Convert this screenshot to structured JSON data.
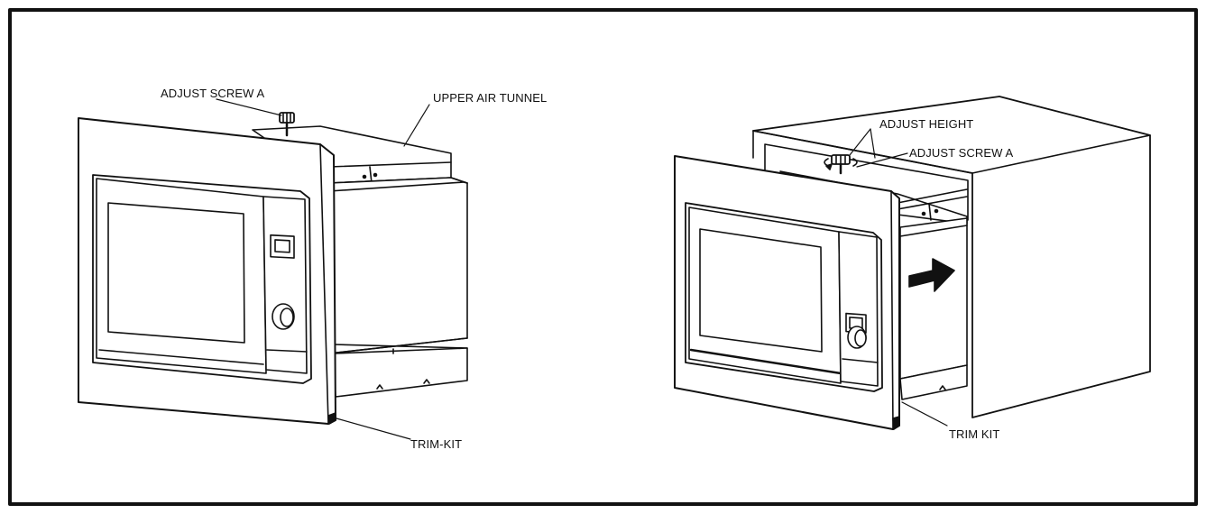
{
  "colors": {
    "stroke": "#111111",
    "frame": "#111111",
    "background": "#ffffff",
    "arrow": "#111111"
  },
  "left_figure": {
    "labels": {
      "adjust_screw": "ADJUST SCREW A",
      "upper_air_tunnel": "UPPER AIR TUNNEL",
      "trim_kit": "TRIM-KIT"
    }
  },
  "right_figure": {
    "labels": {
      "adjust_height": "ADJUST HEIGHT",
      "adjust_screw": "ADJUST SCREW A",
      "trim_kit": "TRIM KIT"
    }
  }
}
